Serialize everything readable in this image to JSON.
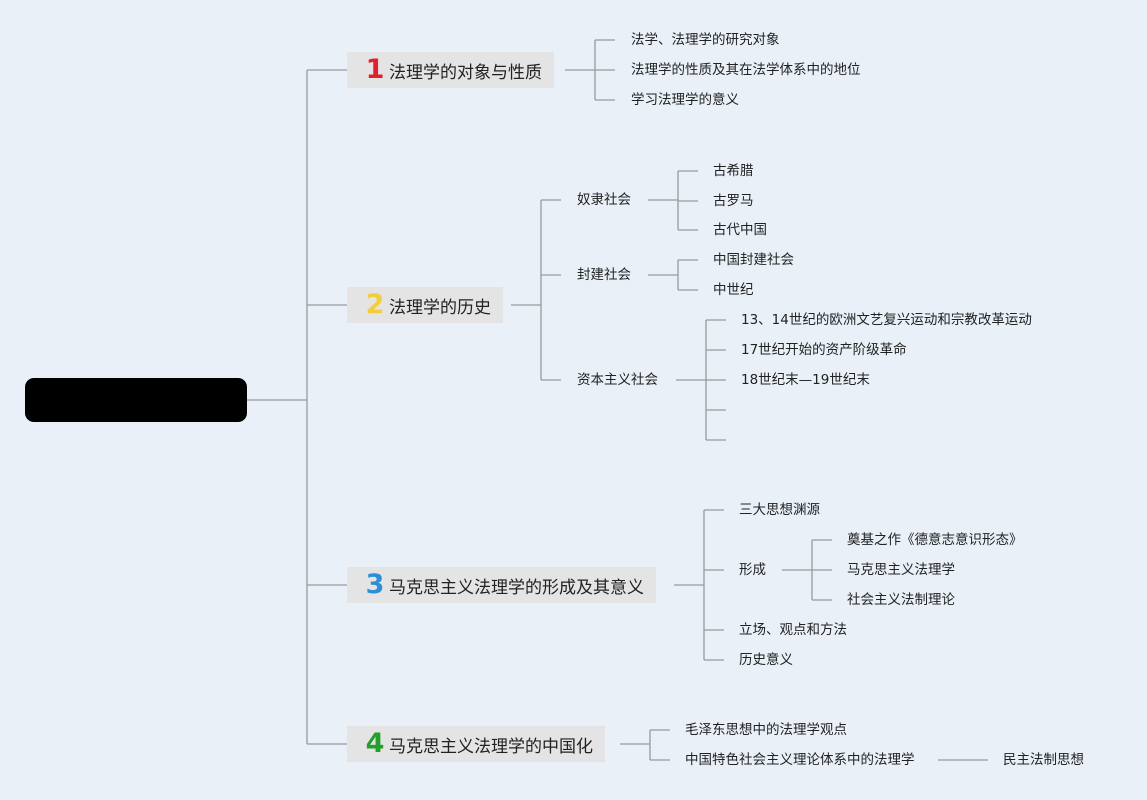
{
  "colors": {
    "background": "#e9f0f8",
    "line": "#9a9a9a",
    "branch_box": "#e4e4e4",
    "root_box": "#000000",
    "num1": "#e0202a",
    "num2": "#f2cf3a",
    "num3": "#2a8fd6",
    "num4": "#23a02c"
  },
  "root": {
    "label": ""
  },
  "branches": [
    {
      "num": "1",
      "label": "法理学的对象与性质",
      "children": [
        "法学、法理学的研究对象",
        "法理学的性质及其在法学体系中的地位",
        "学习法理学的意义"
      ]
    },
    {
      "num": "2",
      "label": "法理学的历史",
      "children": [
        {
          "label": "奴隶社会",
          "children": [
            "古希腊",
            "古罗马",
            "古代中国"
          ]
        },
        {
          "label": "封建社会",
          "children": [
            "中国封建社会",
            "中世纪"
          ]
        },
        {
          "label": "资本主义社会",
          "children": [
            "13、14世纪的欧洲文艺复兴运动和宗教改革运动",
            "17世纪开始的资产阶级革命",
            "18世纪末—19世纪末",
            "",
            ""
          ]
        }
      ]
    },
    {
      "num": "3",
      "label": "马克思主义法理学的形成及其意义",
      "children": [
        {
          "label": "三大思想渊源"
        },
        {
          "label": "形成",
          "children": [
            "奠基之作《德意志意识形态》",
            "马克思主义法理学",
            "社会主义法制理论"
          ]
        },
        {
          "label": "立场、观点和方法"
        },
        {
          "label": "历史意义"
        }
      ]
    },
    {
      "num": "4",
      "label": "马克思主义法理学的中国化",
      "children": [
        {
          "label": "毛泽东思想中的法理学观点"
        },
        {
          "label": "中国特色社会主义理论体系中的法理学",
          "children": [
            "民主法制思想"
          ]
        }
      ]
    }
  ]
}
